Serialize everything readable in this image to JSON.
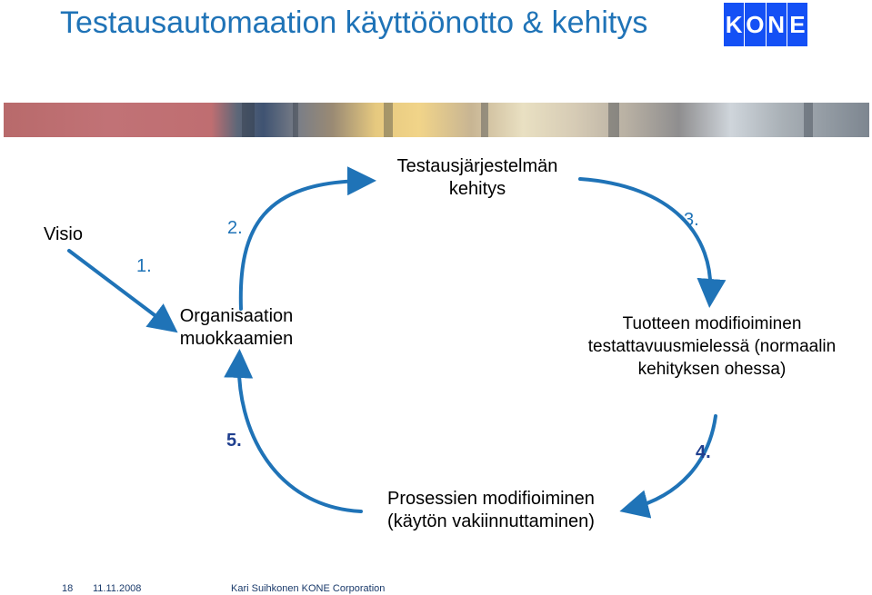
{
  "slide": {
    "title": "Testausautomaation käyttöönotto & kehitys"
  },
  "logo": {
    "letters": [
      "K",
      "O",
      "N",
      "E"
    ],
    "brand_color": "#1450f5"
  },
  "diagram": {
    "visio": "Visio",
    "top": "Testausjärjestelmän kehitys",
    "left": "Organisaation muokkaamien",
    "right": "Tuotteen modifioiminen testattavuusmielessä (normaalin kehityksen ohessa)",
    "bottom": "Prosessien modifioiminen (käytön vakiinnuttaminen)",
    "arrow_color": "#1f73b7",
    "step_numbers": {
      "n1": "1.",
      "n2": "2.",
      "n3": "3.",
      "n4": "4.",
      "n5": "5."
    },
    "step_colors": {
      "n1": "#1f73b7",
      "n2": "#1f73b7",
      "n3": "#1f73b7",
      "n4": "#1f3f8f",
      "n5": "#1f3f8f"
    }
  },
  "footer": {
    "page_number": "18",
    "date": "11.11.2008",
    "author": "Kari Suihkonen KONE Corporation"
  }
}
